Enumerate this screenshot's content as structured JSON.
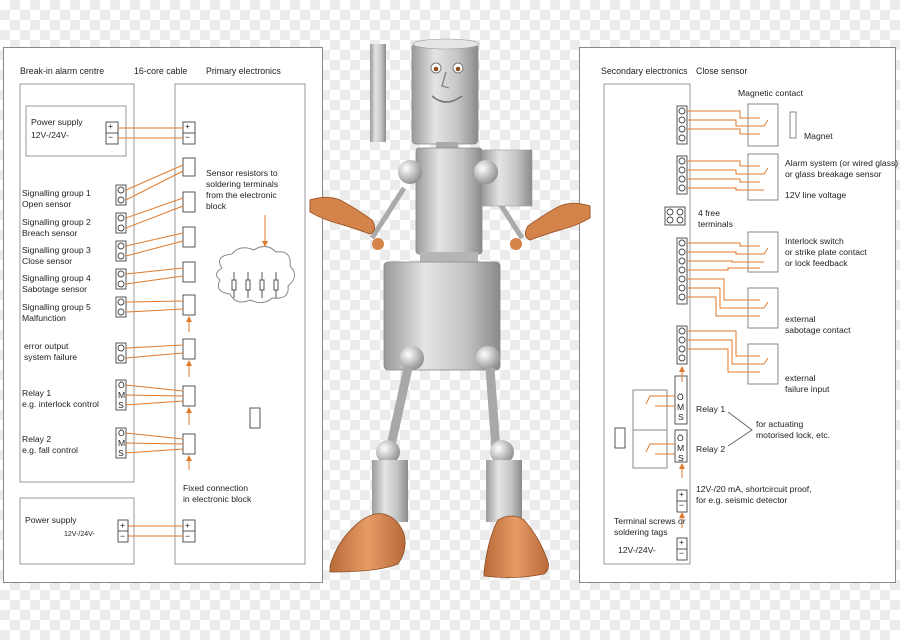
{
  "left": {
    "headers": {
      "break_in": "Break-in alarm centre",
      "cable": "16-core cable",
      "primary": "Primary electronics"
    },
    "power_top": {
      "label": "Power supply",
      "voltage": "12V-/24V-"
    },
    "groups": [
      {
        "line1": "Signalling group 1",
        "line2": "Open sensor"
      },
      {
        "line1": "Signalling group 2",
        "line2": "Breach sensor"
      },
      {
        "line1": "Signalling group 3",
        "line2": "Close sensor"
      },
      {
        "line1": "Signalling group 4",
        "line2": "Sabotage sensor"
      },
      {
        "line1": "Signalling group 5",
        "line2": "Malfunction"
      }
    ],
    "error": {
      "line1": "error output",
      "line2": "system failure"
    },
    "relay1": {
      "line1": "Relay 1",
      "line2": "e.g. interlock control"
    },
    "relay2": {
      "line1": "Relay 2",
      "line2": "e.g. fall control"
    },
    "sensor_note": {
      "l1": "Sensor resistors to",
      "l2": "soldering terminals",
      "l3": "from the electronic",
      "l4": "block"
    },
    "fixed": {
      "l1": "Fixed connection",
      "l2": "in electronic block"
    },
    "power_bottom": {
      "label": "Power supply",
      "voltage": "12V-/24V-"
    }
  },
  "right": {
    "headers": {
      "secondary": "Secondary electronics",
      "close": "Close sensor"
    },
    "magnetic": "Magnetic contact",
    "magnet": "Magnet",
    "alarm": {
      "l1": "Alarm system (or wired glass)",
      "l2": "or glass breakage sensor"
    },
    "line_voltage": "12V line voltage",
    "free": {
      "l1": "4 free",
      "l2": "terminals"
    },
    "interlock": {
      "l1": "Interlock switch",
      "l2": "or strike plate contact",
      "l3": "or lock feedback"
    },
    "ext_sabotage": {
      "l1": "external",
      "l2": "sabotage contact"
    },
    "ext_failure": {
      "l1": "external",
      "l2": "failure input"
    },
    "relay1": "Relay 1",
    "relay2": "Relay 2",
    "actuating": {
      "l1": "for actuating",
      "l2": "motorised lock, etc."
    },
    "current": {
      "l1": "12V-/20 mA, shortcircuit proof,",
      "l2": "for e.g. seismic detector"
    },
    "terminal": {
      "l1": "Terminal screws or",
      "l2": "soldering tags"
    },
    "voltage_bottom": "12V-/24V-"
  },
  "symbols": {
    "plus": "+",
    "minus": "−",
    "o": "Ö",
    "m": "M",
    "s": "S"
  },
  "colors": {
    "wire": "#e07a2c",
    "frame": "#888888",
    "robot_body": "#c8c8c8",
    "robot_feet": "#d4834a"
  }
}
